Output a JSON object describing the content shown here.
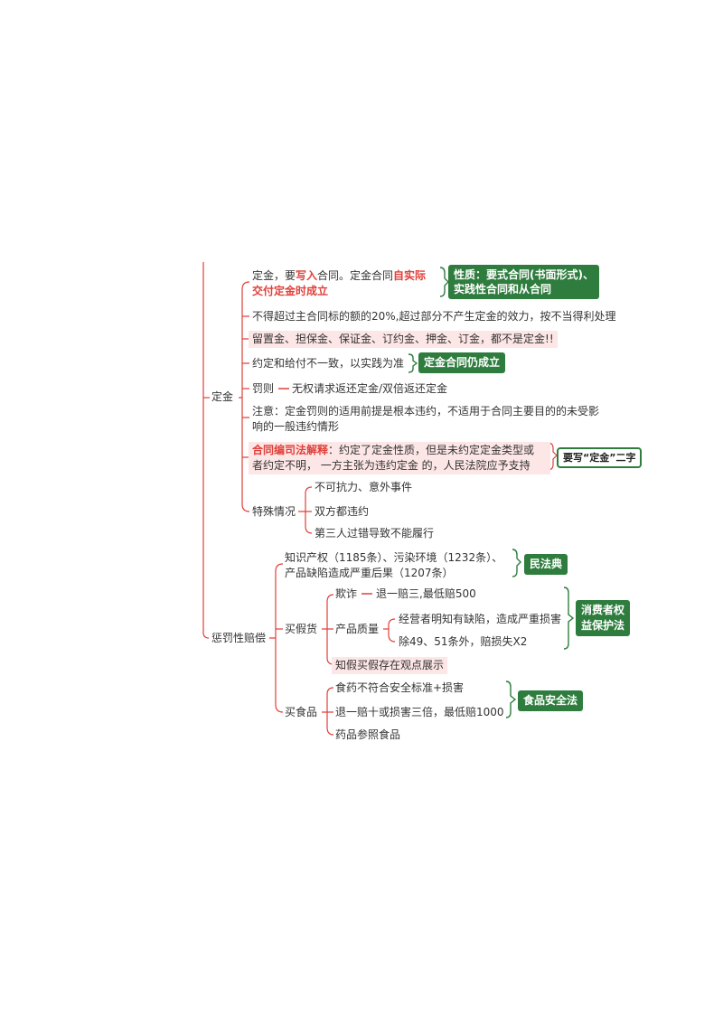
{
  "colors": {
    "line_red": "#e0403a",
    "line_green": "#2f7d3e",
    "highlight_pink": "#fde6e6",
    "box_green": "#2f7d3e"
  },
  "dingjin": {
    "label": "定金",
    "n1": {
      "a": "定金，要",
      "b": "写入",
      "c": "合同。定金合同",
      "d": "自实际",
      "e": "交付定金时成立"
    },
    "n1_box": {
      "line1": "性质：要式合同(书面形式)、",
      "line2": "实践性合同和从合同"
    },
    "n2": "不得超过主合同标的额的20%,超过部分不产生定金的效力，按不当得利处理",
    "n3": "留置金、担保金、保证金、订约金、押金、订金，都不是定金!!",
    "n4": "约定和给付不一致，以实践为准",
    "n4_box": "定金合同仍成立",
    "n5_label": "罚则",
    "n5_text": "无权请求返还定金/双倍返还定金",
    "n6_line1": "注意：定金罚则的适用前提是根本违约，不适用于合同主要目的的未受影",
    "n6_line2": "响的一般违约情形",
    "n7_red": "合同编司法解释",
    "n7_line1": "：约定了定金性质，但是未约定定金类型或",
    "n7_line2": "者约定不明， 一方主张为违约定金 的，人民法院应予支持",
    "n7_box": "要写“定金”二字",
    "n8_label": "特殊情况",
    "n8_items": [
      "不可抗力、意外事件",
      "双方都违约",
      "第三人过错导致不能履行"
    ]
  },
  "chengfa": {
    "label": "惩罚性赔偿",
    "m1_line1": "知识产权（1185条）、污染环境（1232条）、",
    "m1_line2": "产品缺陷造成严重后果（1207条）",
    "m1_box": "民法典",
    "m2_label": "买假货",
    "m2_fraud_label": "欺诈",
    "m2_fraud_text": "退一赔三,最低赔500",
    "m2_quality_label": "产品质量",
    "m2_quality_items": [
      "经营者明知有缺陷，造成严重损害",
      "除49、51条外，赔损失X2"
    ],
    "m2_box_line1": "消费者权",
    "m2_box_line2": "益保护法",
    "m2_note": "知假买假存在观点展示",
    "m3_label": "买食品",
    "m3_items": [
      "食药不符合安全标准+损害",
      "退一赔十或损害三倍，最低赔1000",
      "药品参照食品"
    ],
    "m3_box": "食品安全法"
  }
}
